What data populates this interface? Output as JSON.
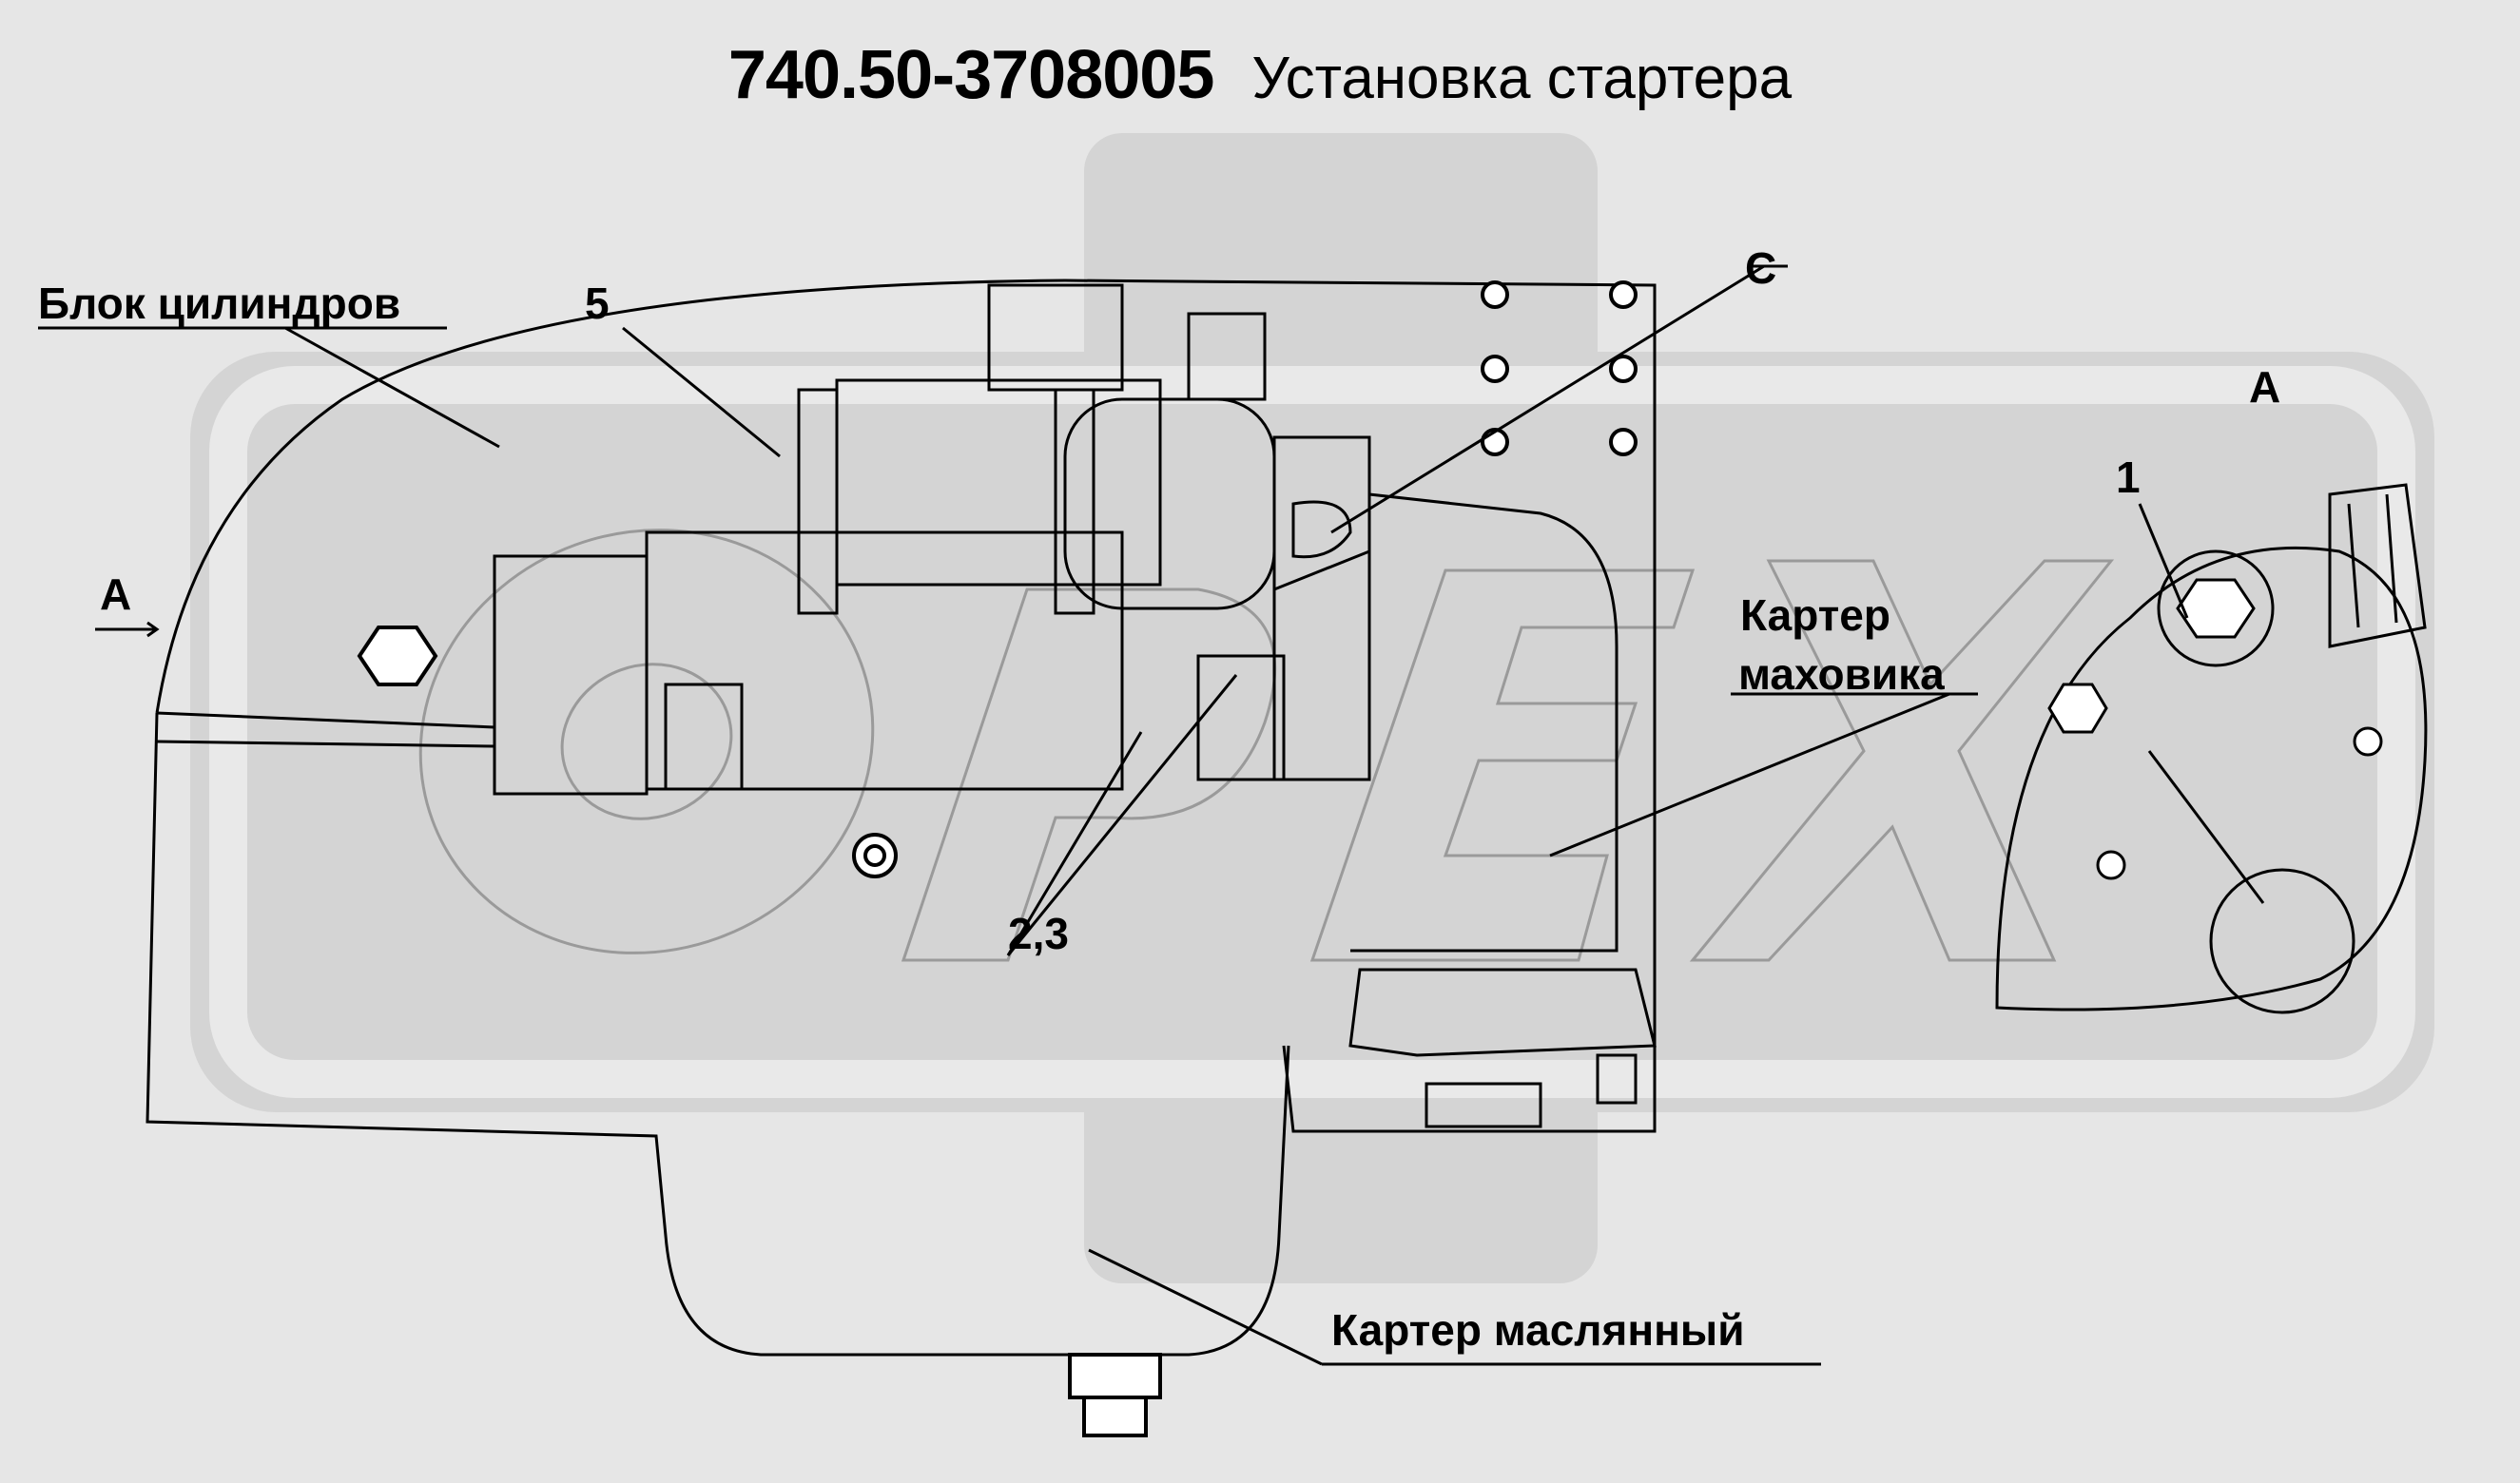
{
  "title": {
    "code": "740.50-3708005",
    "text": "Установка стартера"
  },
  "labels": {
    "cylinder_block": "Блок цилиндров",
    "item_5": "5",
    "item_c": "С",
    "view_a_left": "А",
    "view_a_right": "А",
    "item_1": "1",
    "flywheel_housing_line1": "Картер",
    "flywheel_housing_line2": "маховика",
    "item_23": "2,3",
    "oil_pan": "Картер маслянный"
  },
  "watermark": {
    "text": "ОРЕХ",
    "color": "#d2d2d2"
  },
  "colors": {
    "background": "#e6e6e6",
    "line": "#000000"
  }
}
